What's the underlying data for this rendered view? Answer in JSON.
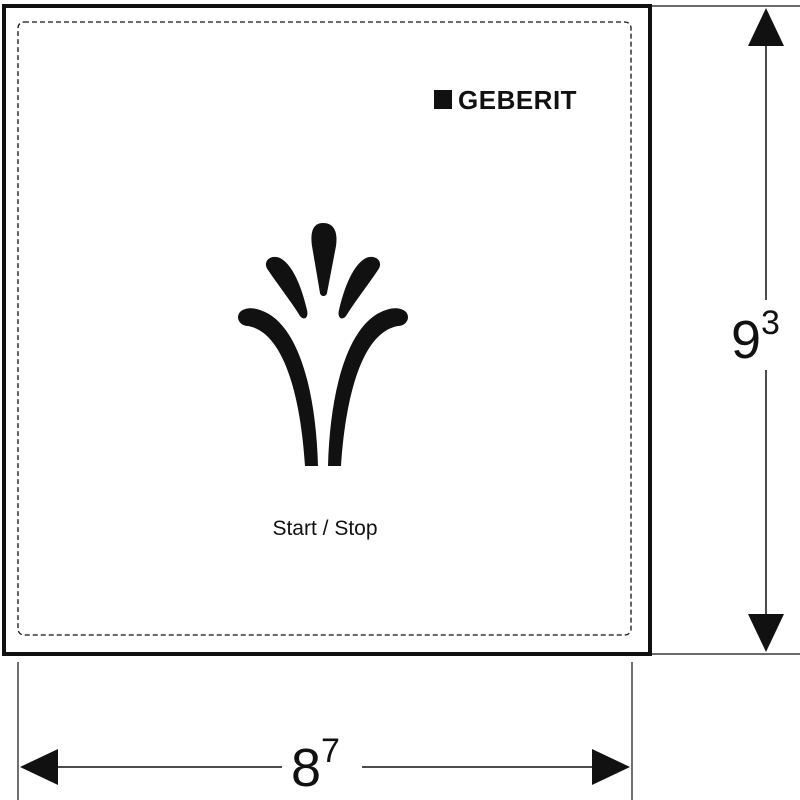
{
  "panel": {
    "brand_name": "GEBERIT",
    "caption": "Start / Stop",
    "icon": "water-fountain-icon"
  },
  "dimensions": {
    "width": {
      "main": "8",
      "sup": "7"
    },
    "height": {
      "main": "9",
      "sup": "3"
    }
  },
  "colors": {
    "line": "#111111",
    "background": "#ffffff"
  }
}
